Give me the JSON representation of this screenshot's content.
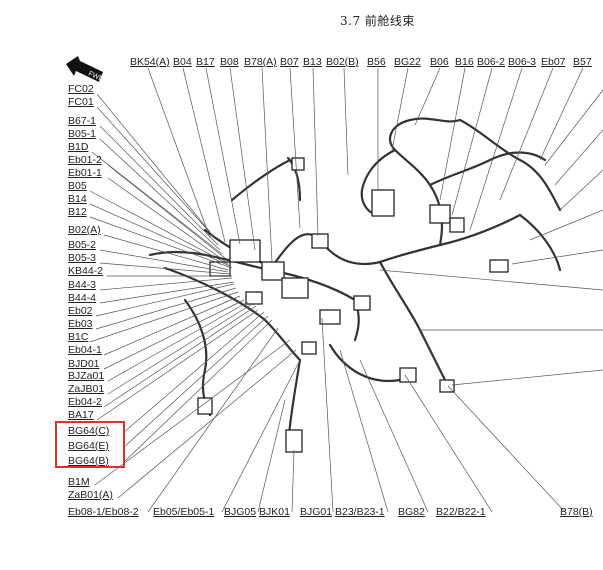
{
  "title": "3.7 前舱线束",
  "direction_marker": "FWD",
  "highlight_color": "#e0322b",
  "top_labels": [
    "BK54(A)",
    "B04",
    "B17",
    "B08",
    "B78(A)",
    "B07",
    "B13",
    "B02(B)",
    "B56",
    "BG22",
    "B06",
    "B16",
    "B06-2",
    "B06-3",
    "Eb07",
    "B57"
  ],
  "left_labels": [
    "FC02",
    "FC01",
    "B67-1",
    "B05-1",
    "B1D",
    "Eb01-2",
    "Eb01-1",
    "B05",
    "B14",
    "B12",
    "B02(A)",
    "B05-2",
    "B05-3",
    "KB44-2",
    "B44-3",
    "B44-4",
    "Eb02",
    "Eb03",
    "B1C",
    "Eb04-1",
    "BJD01",
    "BJZa01",
    "ZaJB01",
    "Eb04-2",
    "BA17",
    "BG64(C)",
    "BG64(E)",
    "BG64(B)",
    "B1M",
    "ZaB01(A)"
  ],
  "bottom_labels": [
    "Eb08-1/Eb08-2",
    "Eb05/Eb05-1",
    "BJG05",
    "BJK01",
    "BJG01",
    "B23/B23-1",
    "BG82",
    "B22/B22-1",
    "B78(B)"
  ],
  "highlighted_labels": [
    "BG64(C)",
    "BG64(E)",
    "BG64(B)"
  ]
}
